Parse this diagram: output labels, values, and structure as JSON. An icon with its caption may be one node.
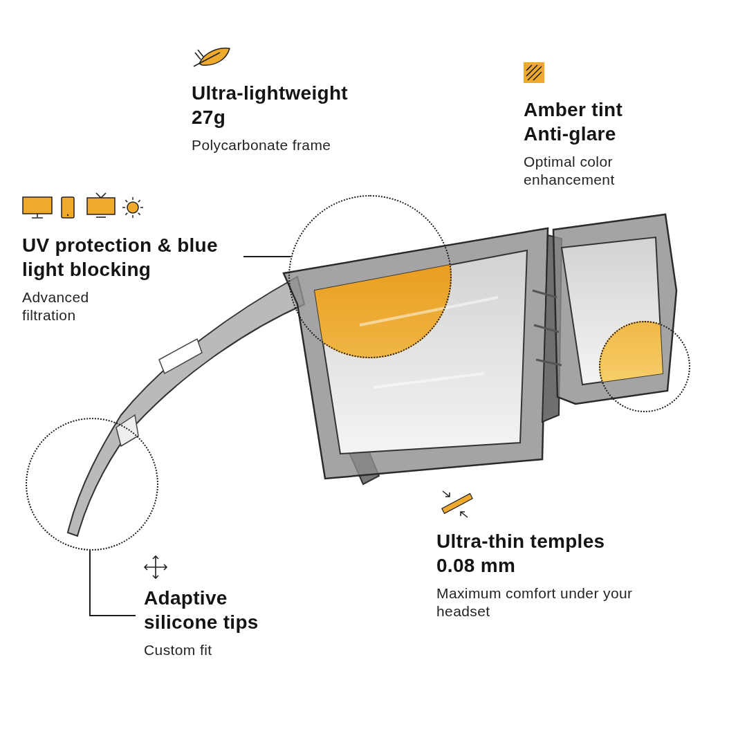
{
  "diagram": {
    "nodes": [
      {
        "text": [
          "Ultra-lightweight 27g",
          "Polycarbonate frame"
        ]
      },
      {
        "text": [
          "Amber tint Anti-glare",
          "Optimal color enhancement"
        ]
      },
      {
        "text": [
          "UV protection & blue light blocking",
          "Advanced filtration"
        ]
      },
      {
        "text": [],
        "shape": "circle"
      },
      {
        "text": [],
        "shape": "circle"
      },
      {
        "text": [],
        "shape": "circle"
      },
      {
        "text": [
          "Ultra-thin temples 0.08 mm",
          "Maximum comfort under your headset"
        ]
      },
      {
        "text": [
          "Adaptive silicone tips",
          "Custom fit"
        ]
      }
    ],
    "edges": [
      {
        "from": 2,
        "to": 3,
        "arrow": "none"
      },
      {
        "from": 7,
        "to": 5,
        "arrow": "none"
      }
    ]
  }
}
